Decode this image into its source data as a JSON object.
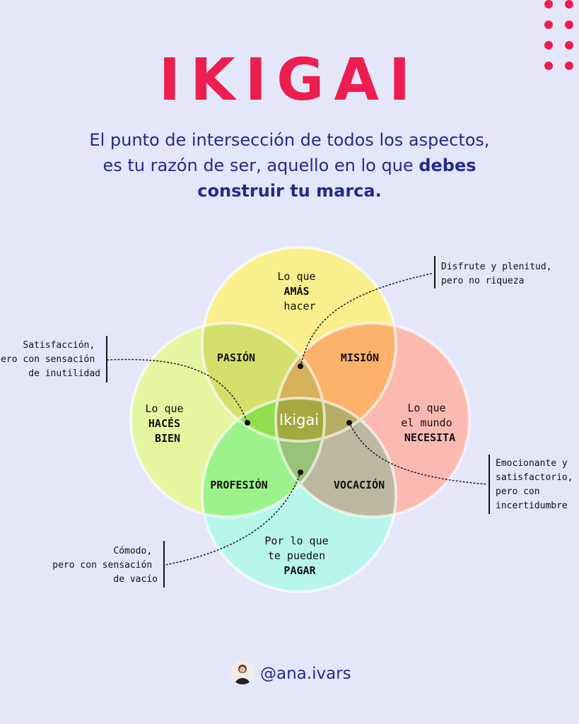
{
  "title": "IKIGAI",
  "subtitle": {
    "line1": "El punto de intersección de todos los aspectos,",
    "line2_pre": "es tu razón de ser, aquello en lo que ",
    "line2_bold": "debes",
    "line3_bold": "construir tu marca."
  },
  "circles": {
    "top": {
      "line1": "Lo que",
      "line2": "AMÁS",
      "line3": "hacer",
      "color": "#f9ef8c"
    },
    "left": {
      "line1": "Lo que",
      "line2": "HACÉS",
      "line3": "BIEN",
      "color": "#e6f5a0"
    },
    "right": {
      "line1": "Lo que",
      "line2": "el mundo",
      "line3": "NECESITA",
      "color": "#fbbab1"
    },
    "bottom": {
      "line1": "Por lo que",
      "line2": "te pueden",
      "line3": "PAGAR",
      "color": "#b8f6ec"
    }
  },
  "regions": {
    "pasion": "PASIÓN",
    "mision": "MISIÓN",
    "profesion": "PROFESIÓN",
    "vocacion": "VOCACIÓN",
    "center": "Ikigai"
  },
  "annotations": {
    "top_right": [
      "Disfrute y plenitud,",
      "pero no riqueza"
    ],
    "left": [
      "Satisfacción,",
      "pero con sensación",
      "de inutilidad"
    ],
    "right": [
      "Emocionante y",
      "satisfactorio,",
      "pero con",
      "incertidumbre"
    ],
    "bottom_left": [
      "Cómodo,",
      "pero con sensación",
      "de vacío"
    ]
  },
  "handle": "@ana.ivars",
  "colors": {
    "accent": "#ec1e4f",
    "text_navy": "#232a8c",
    "background": "#e4e7fa",
    "pasion": "#d5e06c",
    "mision": "#fcb26a",
    "profesion": "#9df28c",
    "vocacion": "#bcb9a0",
    "center": "#a5a93f"
  }
}
